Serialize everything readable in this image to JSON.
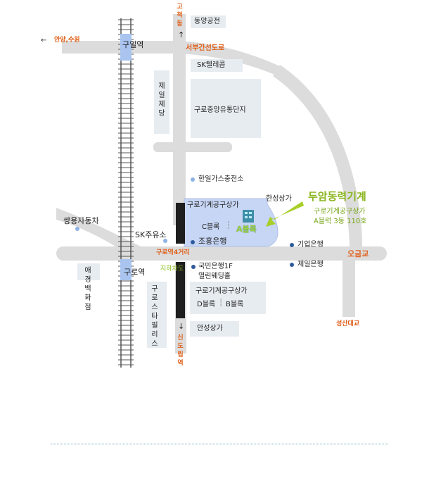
{
  "labels": {
    "goche_dong": "고척동",
    "dongyang": "동양공전",
    "anyang": "안양,수원",
    "guil": "구일역",
    "seobu": "서부간선도로",
    "sk_telecom": "SK텔레콤",
    "jeil_jedang": "제일제당",
    "guro_center": "구로중앙유통단지",
    "hanil_gas": "한일가스충전소",
    "hansung": "한성상가",
    "guro_mech_a": "구로기계공구상가",
    "c_block": "C블록",
    "a_block": "A블록",
    "ssangyong": "쌍용자동차",
    "sk_gas": "SK주유소",
    "johung": "조흥은행",
    "guro4": "구로역4거리",
    "ogum": "오금교",
    "kiup": "기업은행",
    "aekyung": "애경백화점",
    "guro_station": "구로역",
    "subway": "지하차도",
    "kookmin1": "국민은행1F",
    "kookmin2": "열린웨딩홀",
    "jeil_bank": "제일은행",
    "guro_star": "구로스타필리스",
    "guro_mech_b": "구로기계공구상가",
    "d_block": "D블록",
    "b_block": "B블록",
    "ansan": "안성상가",
    "seongsan": "성산대교",
    "sindorim": "신도림역"
  },
  "highlight": {
    "title": "두암동력기계",
    "line1": "구로기계공구상가",
    "line2": "A블럭 3동 110호"
  },
  "colors": {
    "road": "#dcdcdc",
    "station_blue": "#a9c4ef",
    "label_orange": "#e0601a",
    "highlight_green": "#8ab51e",
    "building_gray": "#e7ecf1",
    "dot_blue": "#2e5a9c"
  },
  "icons": {
    "north_arrow": "arrow-up-icon",
    "west_arrow": "arrow-left-icon",
    "south_arrow": "arrow-down-icon",
    "pointer": "green-pointer-arrow-icon",
    "building": "building-icon"
  }
}
